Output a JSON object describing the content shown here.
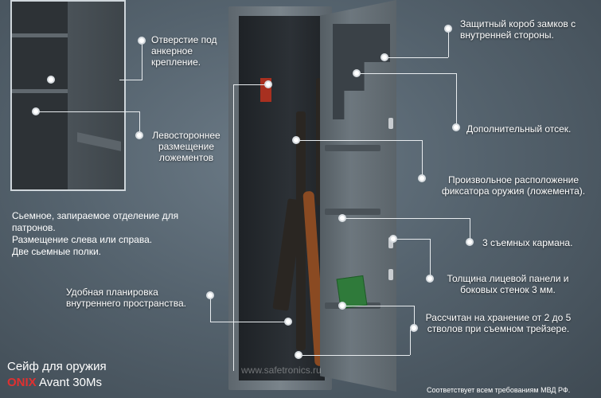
{
  "callouts": {
    "anchor_hole": "Отверстие под анкерное крепление.",
    "left_mount": "Левостороннее размещение ложементов",
    "lock_box": "Защитный короб  замков с внутренней стороны.",
    "extra_compartment": "Дополнительный отсек.",
    "holder_position": "Произвольное расположение фиксатора оружия (ложемента).",
    "pockets": "3 съемных кармана.",
    "thickness": "Толщина лицевой панели и боковых стенок 3 мм.",
    "capacity": "Рассчитан на хранение от 2 до 5 стволов при съемном трейзере.",
    "layout": "Удобная планировка внутреннего пространства."
  },
  "features": [
    "Сьемное, запираемое отделение для патронов.",
    "Размещение слева или справа.",
    "Две сьемные полки."
  ],
  "product": {
    "caption": "Сейф для оружия",
    "brand": "ONIX",
    "model": "Avant 30Ms"
  },
  "watermark": "www.safetronics.ru",
  "compliance": "Соответствует всем требованиям МВД РФ.",
  "colors": {
    "background": "#55636e",
    "brand": "#e03030",
    "text": "#ffffff"
  }
}
